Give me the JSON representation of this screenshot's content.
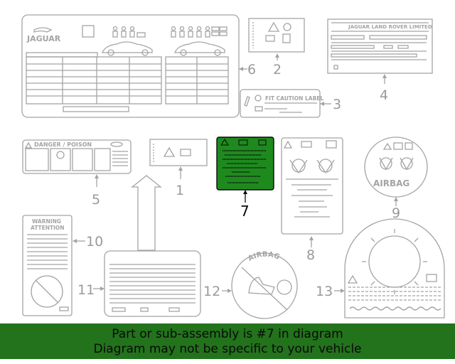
{
  "banner": {
    "line1": "Part or sub-assembly is #7 in diagram",
    "line2": "Diagram may not be specific to your vehicle"
  },
  "colors": {
    "highlight": "#1e8a1e",
    "banner": "#23721c",
    "line": "#a4a4a4"
  },
  "label_texts": {
    "jaguar": "JAGUAR",
    "jlr": "JAGUAR LAND ROVER LIMITED",
    "fit_caution": "FIT CAUTION LABEL",
    "danger": "DANGER / POISON",
    "airbag": "AIRBAG",
    "airbag_arc": "AIRBAG",
    "warning": "WARNING",
    "attention": "ATTENTION"
  },
  "callouts": {
    "n1": "1",
    "n2": "2",
    "n3": "3",
    "n4": "4",
    "n5": "5",
    "n6": "6",
    "n7": "7",
    "n8": "8",
    "n9": "9",
    "n10": "10",
    "n11": "11",
    "n12": "12",
    "n13": "13"
  },
  "highlighted_part": "7"
}
